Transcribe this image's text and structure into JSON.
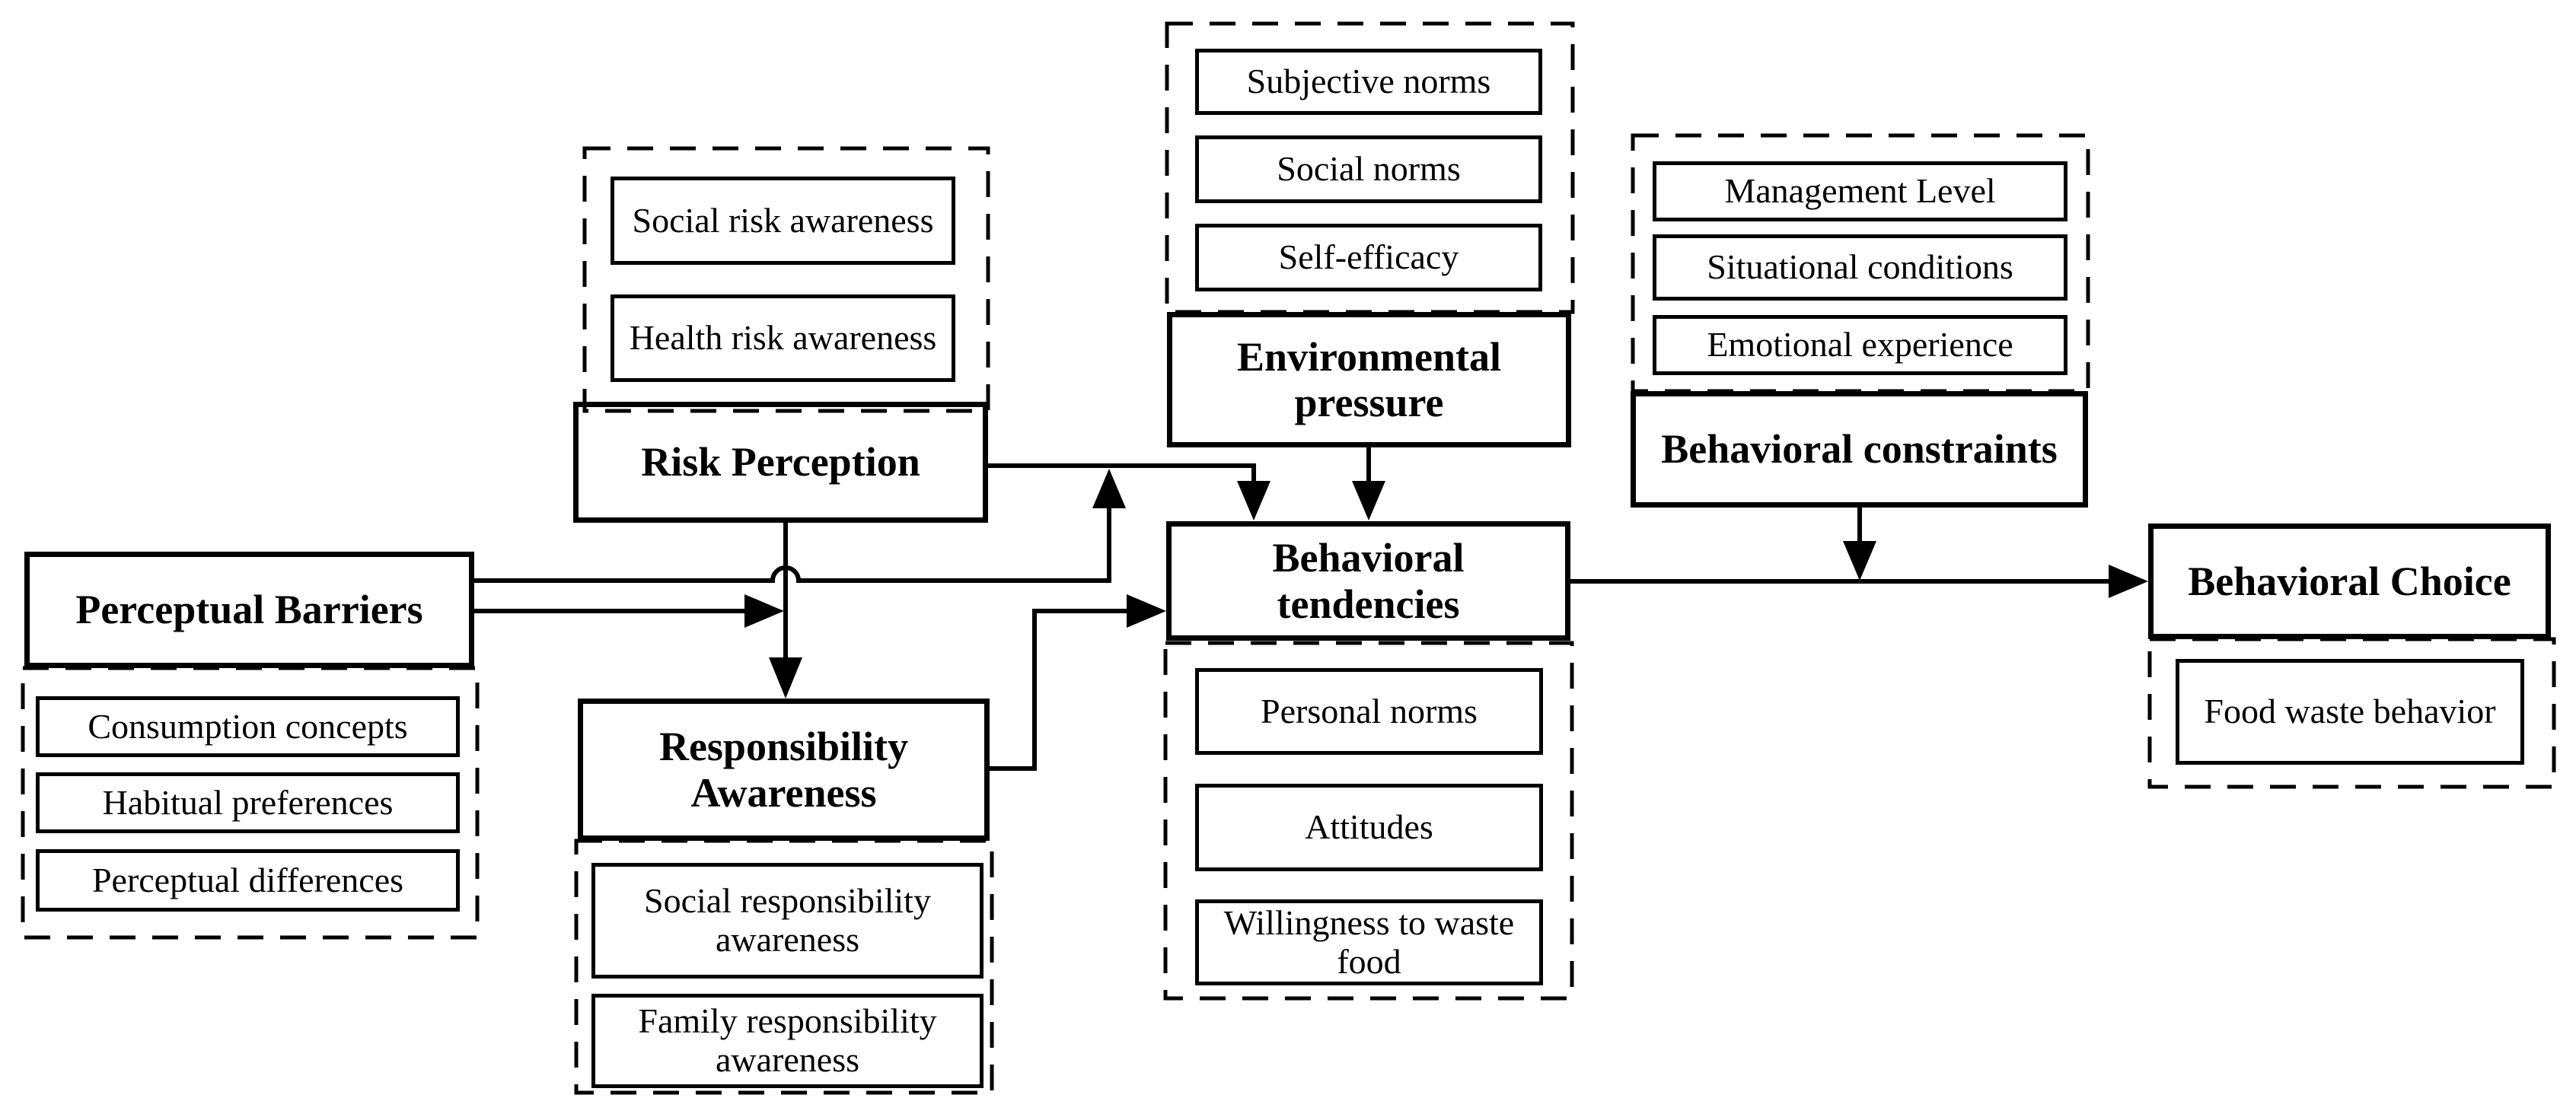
{
  "diagram": {
    "background": "#ffffff",
    "line_color": "#000000",
    "groups": {
      "barriers": {
        "title": "Perceptual Barriers",
        "items": [
          "Consumption concepts",
          "Habitual preferences",
          "Perceptual differences"
        ]
      },
      "risk": {
        "title": "Risk Perception",
        "items": [
          "Social risk awareness",
          "Health risk awareness"
        ]
      },
      "responsibility": {
        "title": "Responsibility Awareness",
        "items": [
          "Social responsibility awareness",
          "Family responsibility awareness"
        ]
      },
      "environment": {
        "title": "Environmental pressure",
        "items": [
          "Subjective norms",
          "Social norms",
          "Self-efficacy"
        ]
      },
      "tendencies": {
        "title": "Behavioral tendencies",
        "items": [
          "Personal norms",
          "Attitudes",
          "Willingness to waste food"
        ]
      },
      "constraints": {
        "title": "Behavioral constraints",
        "items": [
          "Management Level",
          "Situational conditions",
          "Emotional experience"
        ]
      },
      "choice": {
        "title": "Behavioral Choice",
        "items": [
          "Food waste behavior"
        ]
      }
    },
    "edges": [
      {
        "from": "Risk Perception",
        "to": "Responsibility Awareness"
      },
      {
        "from": "Risk Perception",
        "to": "Behavioral tendencies"
      },
      {
        "from": "Perceptual Barriers",
        "to": "path Risk Perception to Behavioral tendencies"
      },
      {
        "from": "Perceptual Barriers",
        "to": "path Risk Perception to Responsibility Awareness"
      },
      {
        "from": "Environmental pressure",
        "to": "Behavioral tendencies"
      },
      {
        "from": "Responsibility Awareness",
        "to": "Behavioral tendencies"
      },
      {
        "from": "Behavioral tendencies",
        "to": "Behavioral Choice"
      },
      {
        "from": "Behavioral constraints",
        "to": "path Behavioral tendencies to Behavioral Choice"
      }
    ]
  }
}
